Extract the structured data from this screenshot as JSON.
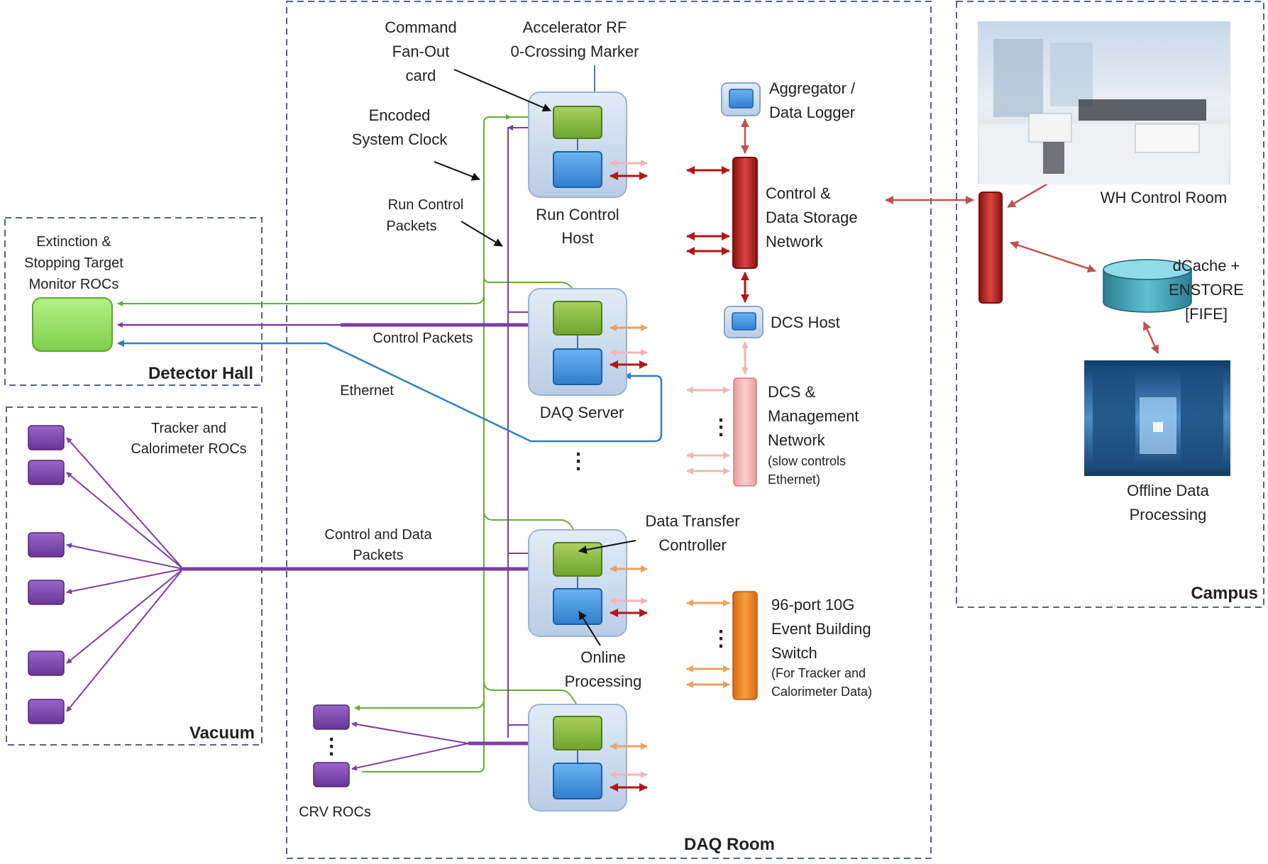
{
  "regions": {
    "detector_hall": "Detector Hall",
    "vacuum": "Vacuum",
    "daq_room": "DAQ Room",
    "campus": "Campus"
  },
  "labels": {
    "command_fanout": [
      "Command",
      "Fan-Out",
      "card"
    ],
    "accel_rf": [
      "Accelerator RF",
      "0-Crossing Marker"
    ],
    "encoded_clock": [
      "Encoded",
      "System Clock"
    ],
    "run_control_packets": [
      "Run Control",
      "Packets"
    ],
    "run_control_host": [
      "Run Control",
      "Host"
    ],
    "extinction_rocs": [
      "Extinction &",
      "Stopping Target",
      "Monitor ROCs"
    ],
    "control_packets": "Control Packets",
    "ethernet": "Ethernet",
    "daq_server": "DAQ Server",
    "tracker_rocs": [
      "Tracker and",
      "Calorimeter ROCs"
    ],
    "control_data_packets": [
      "Control and Data",
      "Packets"
    ],
    "data_transfer_controller": [
      "Data Transfer",
      "Controller"
    ],
    "online_processing": [
      "Online",
      "Processing"
    ],
    "crv_rocs": "CRV ROCs",
    "aggregator": [
      "Aggregator /",
      "Data Logger"
    ],
    "control_storage_net": [
      "Control  &",
      "Data Storage",
      "Network"
    ],
    "dcs_host": "DCS Host",
    "dcs_mgmt_net": [
      "DCS &",
      "Management",
      "Network"
    ],
    "dcs_mgmt_note": [
      "(slow controls",
      "Ethernet)"
    ],
    "event_switch": [
      "96-port 10G",
      "Event Building",
      "Switch"
    ],
    "event_switch_note": [
      "(For Tracker and",
      "Calorimeter Data)"
    ],
    "wh_control_room": "WH Control Room",
    "dcache": [
      "dCache +",
      "ENSTORE",
      "[FIFE]"
    ],
    "offline": [
      "Offline Data",
      "Processing"
    ],
    "ellipsis": "⋮"
  },
  "colors": {
    "green_line": "#6aaa3a",
    "purple_line": "#7a3fa6",
    "blue_line": "#2f7fc1",
    "dark_red": "#b01818",
    "pink": "#f2b6b6",
    "orange": "#f0a060",
    "region_border": "#5a6480"
  }
}
